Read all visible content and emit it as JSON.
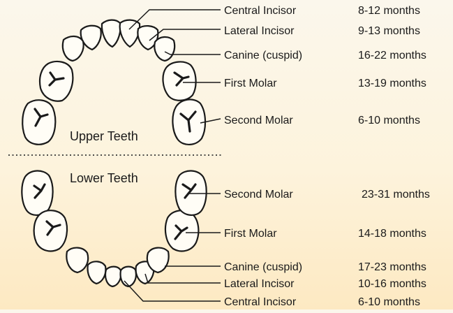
{
  "upper": {
    "title": "Upper Teeth",
    "rows": [
      {
        "name": "Central Incisor",
        "age": "8-12 months",
        "icon": "central-incisor-icon"
      },
      {
        "name": "Lateral Incisor",
        "age": "9-13 months",
        "icon": "lateral-incisor-icon"
      },
      {
        "name": "Canine (cuspid)",
        "age": "16-22 months",
        "icon": "canine-icon"
      },
      {
        "name": "First Molar",
        "age": "13-19 months",
        "icon": "first-molar-icon"
      },
      {
        "name": "Second Molar",
        "age": "6-10 months",
        "icon": "second-molar-icon"
      }
    ]
  },
  "lower": {
    "title": "Lower Teeth",
    "rows": [
      {
        "name": "Second Molar",
        "age": "23-31 months",
        "icon": "second-molar-icon"
      },
      {
        "name": "First Molar",
        "age": "14-18 months",
        "icon": "first-molar-icon"
      },
      {
        "name": "Canine (cuspid)",
        "age": "17-23 months",
        "icon": "canine-icon"
      },
      {
        "name": "Lateral Incisor",
        "age": "10-16 months",
        "icon": "lateral-incisor-icon"
      },
      {
        "name": "Central Incisor",
        "age": "6-10 months",
        "icon": "central-incisor-icon"
      }
    ]
  },
  "colors": {
    "ink": "#1a1a1a",
    "tooth_fill": "#fffdf6",
    "background_top": "#fbf7ec",
    "background_bottom": "#fde9c2"
  }
}
